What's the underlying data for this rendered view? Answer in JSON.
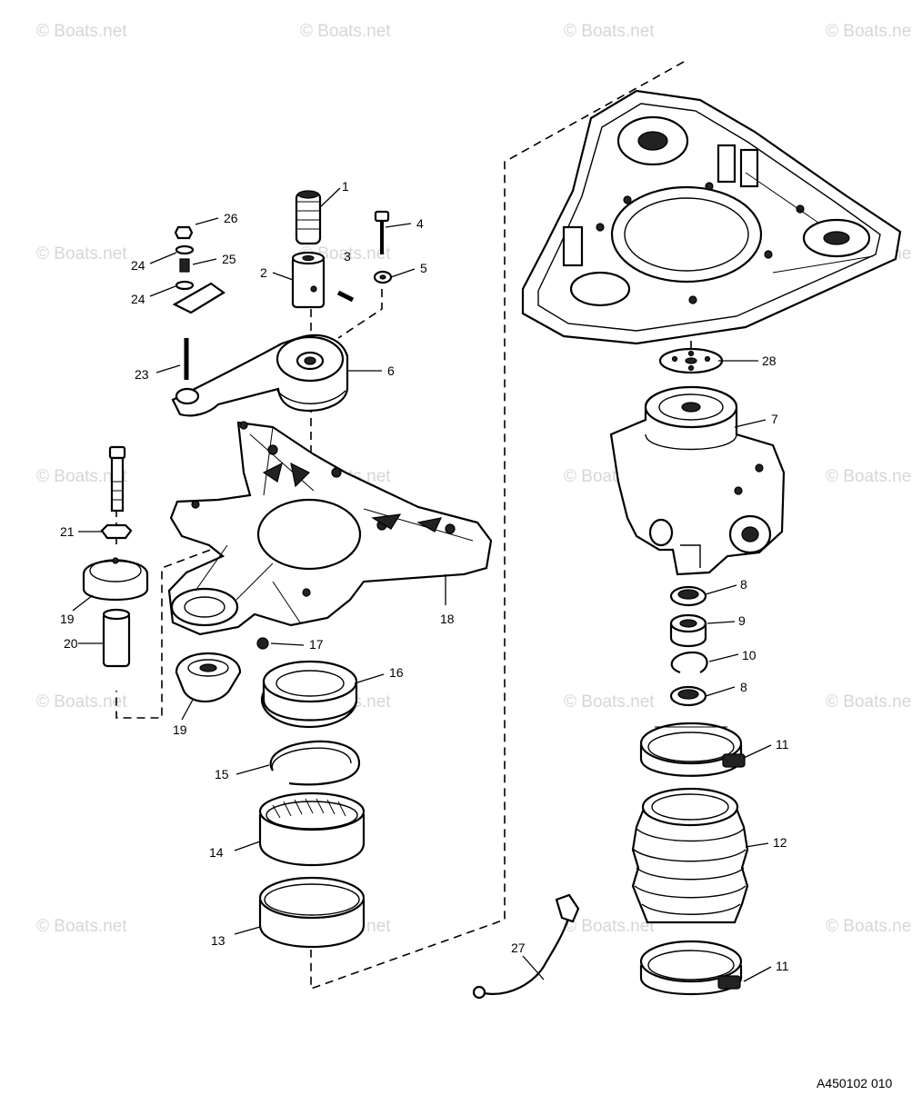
{
  "diagram": {
    "watermark_text": "© Boats.net",
    "drawing_code": "A450102 010",
    "callouts": [
      {
        "id": "c1",
        "label": "1"
      },
      {
        "id": "c2",
        "label": "2"
      },
      {
        "id": "c3",
        "label": "3"
      },
      {
        "id": "c4",
        "label": "4"
      },
      {
        "id": "c5",
        "label": "5"
      },
      {
        "id": "c6",
        "label": "6"
      },
      {
        "id": "c7",
        "label": "7"
      },
      {
        "id": "c8a",
        "label": "8"
      },
      {
        "id": "c8b",
        "label": "8"
      },
      {
        "id": "c9",
        "label": "9"
      },
      {
        "id": "c10",
        "label": "10"
      },
      {
        "id": "c11a",
        "label": "11"
      },
      {
        "id": "c11b",
        "label": "11"
      },
      {
        "id": "c12",
        "label": "12"
      },
      {
        "id": "c13",
        "label": "13"
      },
      {
        "id": "c14",
        "label": "14"
      },
      {
        "id": "c15",
        "label": "15"
      },
      {
        "id": "c16",
        "label": "16"
      },
      {
        "id": "c17",
        "label": "17"
      },
      {
        "id": "c18",
        "label": "18"
      },
      {
        "id": "c19a",
        "label": "19"
      },
      {
        "id": "c19b",
        "label": "19"
      },
      {
        "id": "c20",
        "label": "20"
      },
      {
        "id": "c21",
        "label": "21"
      },
      {
        "id": "c23",
        "label": "23"
      },
      {
        "id": "c24a",
        "label": "24"
      },
      {
        "id": "c24b",
        "label": "24"
      },
      {
        "id": "c25",
        "label": "25"
      },
      {
        "id": "c26",
        "label": "26"
      },
      {
        "id": "c27",
        "label": "27"
      },
      {
        "id": "c28",
        "label": "28"
      }
    ]
  }
}
